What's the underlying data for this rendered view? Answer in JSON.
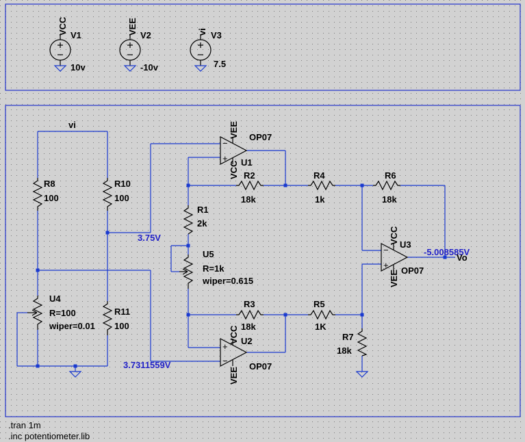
{
  "sources": [
    {
      "ref": "V1",
      "net": "VCC",
      "value": "10v"
    },
    {
      "ref": "V2",
      "net": "VEE",
      "value": "-10v"
    },
    {
      "ref": "V3",
      "net": "vi",
      "value": "7.5"
    }
  ],
  "nets": {
    "vi": "vi",
    "vo": "Vo"
  },
  "resistors": {
    "R8": {
      "ref": "R8",
      "value": "100"
    },
    "R10": {
      "ref": "R10",
      "value": "100"
    },
    "R11": {
      "ref": "R11",
      "value": "100"
    },
    "R1": {
      "ref": "R1",
      "value": "2k"
    },
    "R2": {
      "ref": "R2",
      "value": "18k"
    },
    "R3": {
      "ref": "R3",
      "value": "18k"
    },
    "R4": {
      "ref": "R4",
      "value": "1k"
    },
    "R5": {
      "ref": "R5",
      "value": "1K"
    },
    "R6": {
      "ref": "R6",
      "value": "18k"
    },
    "R7": {
      "ref": "R7",
      "value": "18k"
    }
  },
  "pots": {
    "U4": {
      "ref": "U4",
      "r": "R=100",
      "wiper": "wiper=0.01"
    },
    "U5": {
      "ref": "U5",
      "r": "R=1k",
      "wiper": "wiper=0.615"
    }
  },
  "opamps": {
    "U1": {
      "ref": "U1",
      "model": "OP07",
      "top": "VEE",
      "bottom": "VCC"
    },
    "U2": {
      "ref": "U2",
      "model": "OP07",
      "top": "VCC",
      "bottom": "VEE"
    },
    "U3": {
      "ref": "U3",
      "model": "OP07",
      "top": "VCC",
      "bottom": "VEE"
    }
  },
  "node_voltages": {
    "n1": "3.75V",
    "n2": "3.7311559V",
    "out": "-5.008585V"
  },
  "directives": [
    ".tran 1m",
    ".inc potentiometer.lib"
  ]
}
